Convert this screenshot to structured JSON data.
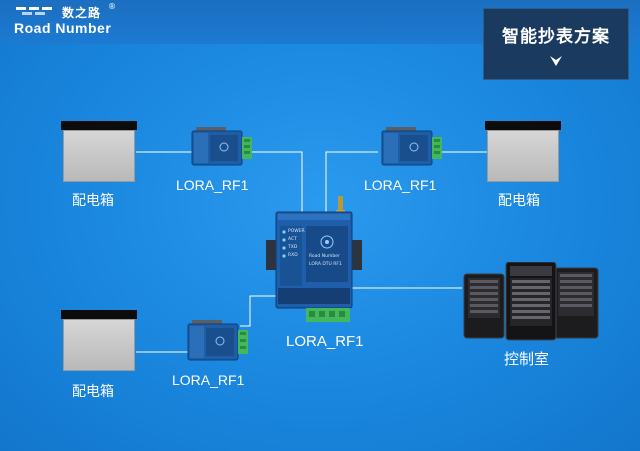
{
  "logo": {
    "cn": "数之路",
    "en": "Road Number",
    "reg": "®"
  },
  "title": "智能抄表方案",
  "cabinet_label": "配电箱",
  "rf_label": "LORA_RF1",
  "gateway": {
    "label": "LORA_RF1",
    "leds": [
      "POWER",
      "ACT",
      "TXD",
      "RXD"
    ],
    "front_brand": "Road Number",
    "front_model": "LORA DTU RF1"
  },
  "control_room": "控制室",
  "colors": {
    "background": "#1b84dc",
    "title_box": "#1a3a60",
    "link_line": "#ffffff",
    "module_blue": "#1d5ea8",
    "terminal_green": "#42b85a"
  }
}
